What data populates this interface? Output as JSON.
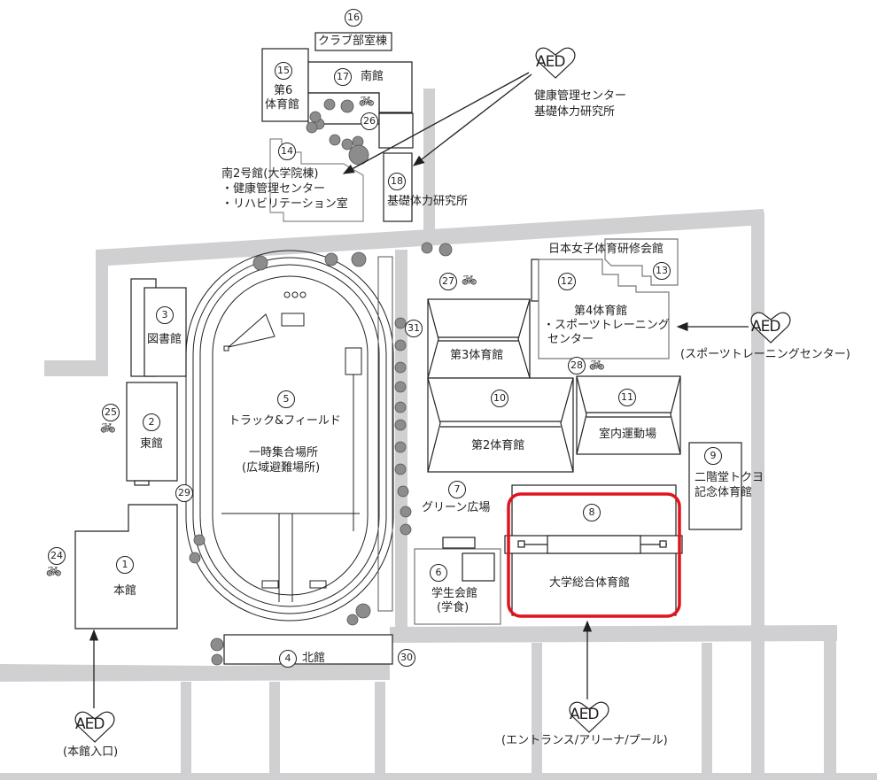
{
  "colors": {
    "road": "#d0d0d2",
    "tree": "#8c8c8c",
    "outline": "#231f20",
    "highlight": "#e0141e"
  },
  "buildings": [
    {
      "no": "1",
      "name": "本館"
    },
    {
      "no": "2",
      "name": "東館"
    },
    {
      "no": "3",
      "name": "図書館"
    },
    {
      "no": "4",
      "name": "北館"
    },
    {
      "no": "5",
      "name": "トラック&フィールド",
      "sub1": "一時集合場所",
      "sub2": "(広域避難場所)"
    },
    {
      "no": "6",
      "name": "学生会館",
      "sub1": "(学食)"
    },
    {
      "no": "7",
      "name": "グリーン広場"
    },
    {
      "no": "8",
      "name": "大学総合体育館"
    },
    {
      "no": "9",
      "name": "二階堂トクヨ",
      "sub1": "記念体育館"
    },
    {
      "no": "10",
      "name": "第2体育館"
    },
    {
      "no": "11",
      "name": "室内運動場"
    },
    {
      "no": "12",
      "name": "第4体育館",
      "sub1": "・スポーツトレーニング",
      "sub2": "センター"
    },
    {
      "no": "13",
      "name": "日本女子体育研修会館"
    },
    {
      "no": "14",
      "name": "南2号館(大学院棟)",
      "sub1": "・健康管理センター",
      "sub2": "・リハビリテーション室"
    },
    {
      "no": "15",
      "name": "第6",
      "sub1": "体育館"
    },
    {
      "no": "16",
      "name": "クラブ部室棟"
    },
    {
      "no": "17",
      "name": "南館"
    },
    {
      "no": "18",
      "name": "基礎体力研究所"
    },
    {
      "no": "31",
      "name": "第3体育館"
    }
  ],
  "points": {
    "p24": "24",
    "p25": "25",
    "p26": "26",
    "p27": "27",
    "p28": "28",
    "p29": "29",
    "p30": "30",
    "p31": "31"
  },
  "aed": [
    {
      "label": "AED",
      "caption1": "健康管理センター",
      "caption2": "基礎体力研究所"
    },
    {
      "label": "AED",
      "caption1": "(スポーツトレーニングセンター)"
    },
    {
      "label": "AED",
      "caption1": "(エントランス/アリーナ/プール)"
    },
    {
      "label": "AED",
      "caption1": "(本館入口)"
    }
  ]
}
